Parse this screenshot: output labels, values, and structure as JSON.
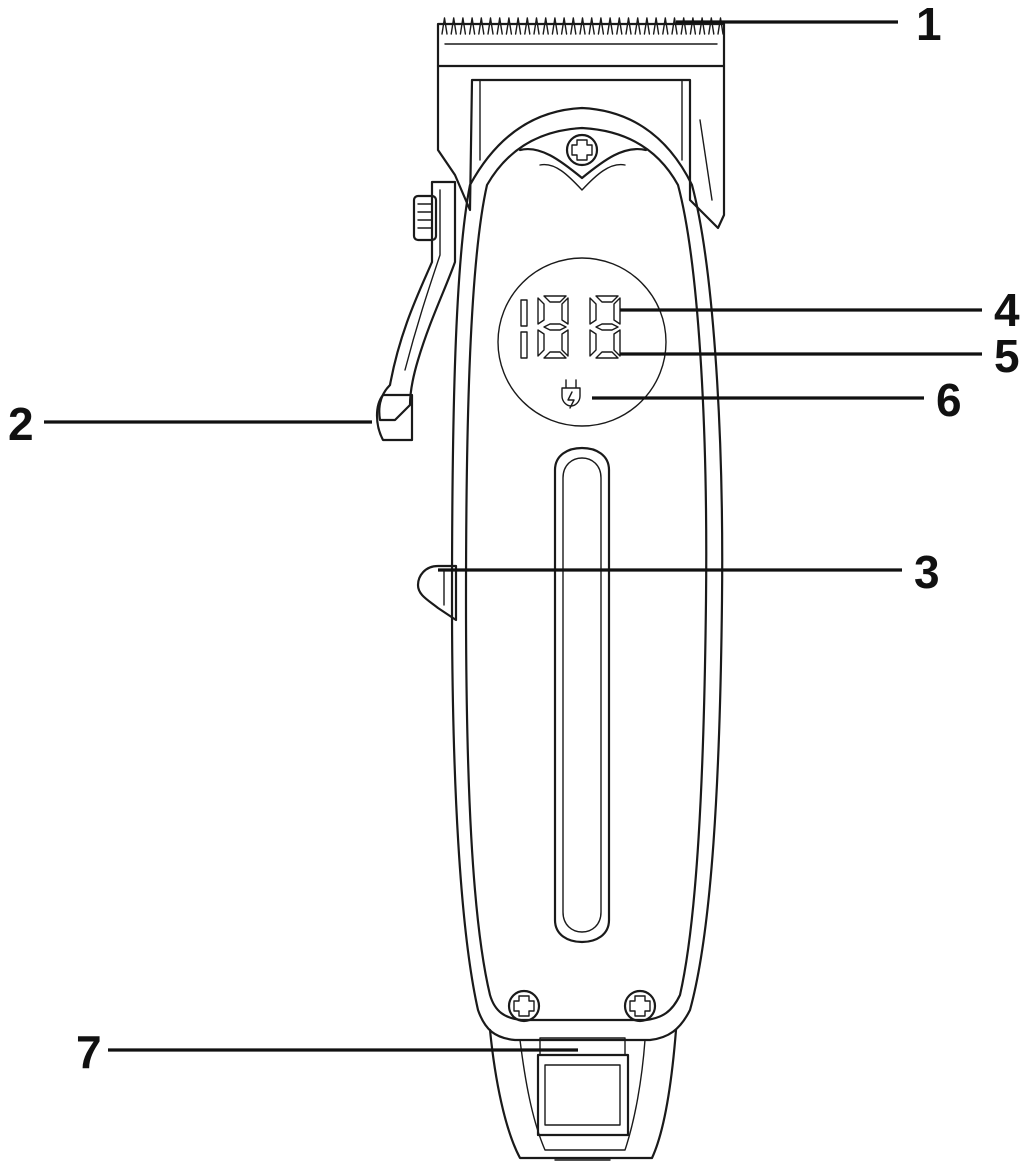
{
  "callouts": [
    {
      "id": "1",
      "label": "1"
    },
    {
      "id": "2",
      "label": "2"
    },
    {
      "id": "3",
      "label": "3"
    },
    {
      "id": "4",
      "label": "4"
    },
    {
      "id": "5",
      "label": "5"
    },
    {
      "id": "6",
      "label": "6"
    },
    {
      "id": "7",
      "label": "7"
    }
  ],
  "display": {
    "digits": "88"
  },
  "colors": {
    "line": "#1a1a1a",
    "background": "#ffffff"
  }
}
